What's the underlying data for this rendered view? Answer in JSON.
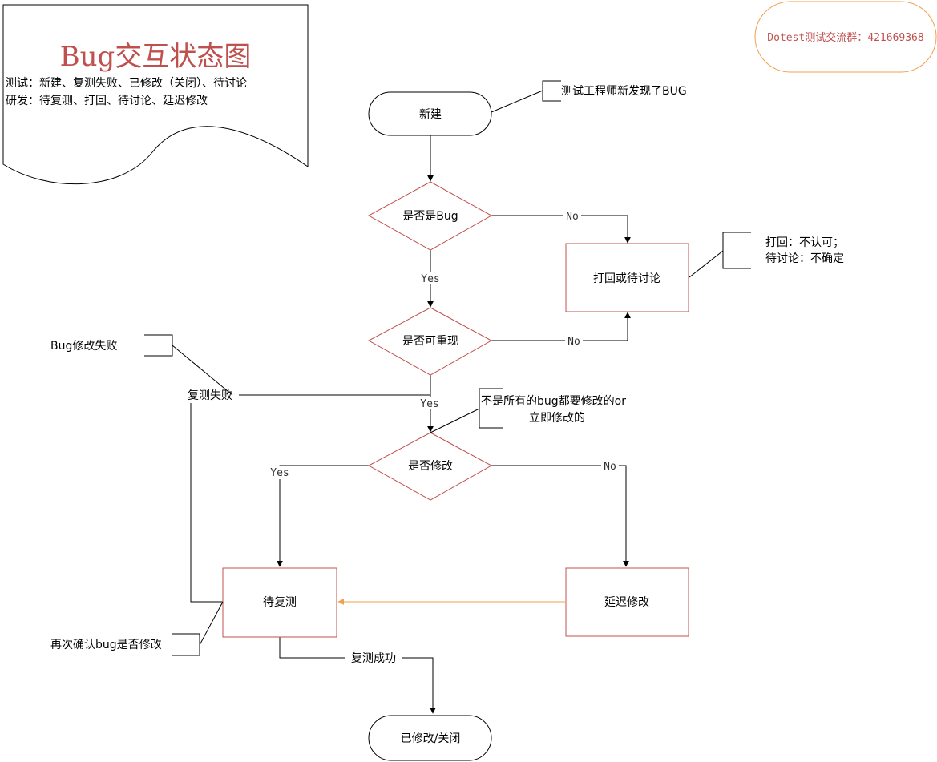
{
  "legend": {
    "title": "Bug交互状态图",
    "line1": "测试：新建、复测失败、已修改（关闭）、待讨论",
    "line2": "研发：待复测、打回、待讨论、延迟修改"
  },
  "badge": "Dotest测试交流群：421669368",
  "colors": {
    "node_border": "#c0504d",
    "line": "#000000",
    "highlight_arrow": "#f0a050",
    "title": "#c0504d"
  },
  "nodes": {
    "new": "新建",
    "is_bug": "是否是Bug",
    "reject": "打回或待讨论",
    "reproducible": "是否可重现",
    "fix": "是否修改",
    "retest": "待复测",
    "delay": "延迟修改",
    "closed": "已修改/关闭"
  },
  "edges": {
    "no1": "No",
    "yes1": "Yes",
    "no2": "No",
    "yes2": "Yes",
    "yes3": "Yes",
    "no3": "No",
    "retest_fail": "复测失败",
    "retest_success": "复测成功"
  },
  "annotations": {
    "tester_found": "测试工程师新发现了BUG",
    "reject_line1": "打回：不认可；",
    "reject_line2": "待讨论：不确定",
    "bug_fix_fail": "Bug修改失败",
    "not_all_line1": "不是所有的bug都要修改的or",
    "not_all_line2": "立即修改的",
    "reconfirm": "再次确认bug是否修改"
  }
}
